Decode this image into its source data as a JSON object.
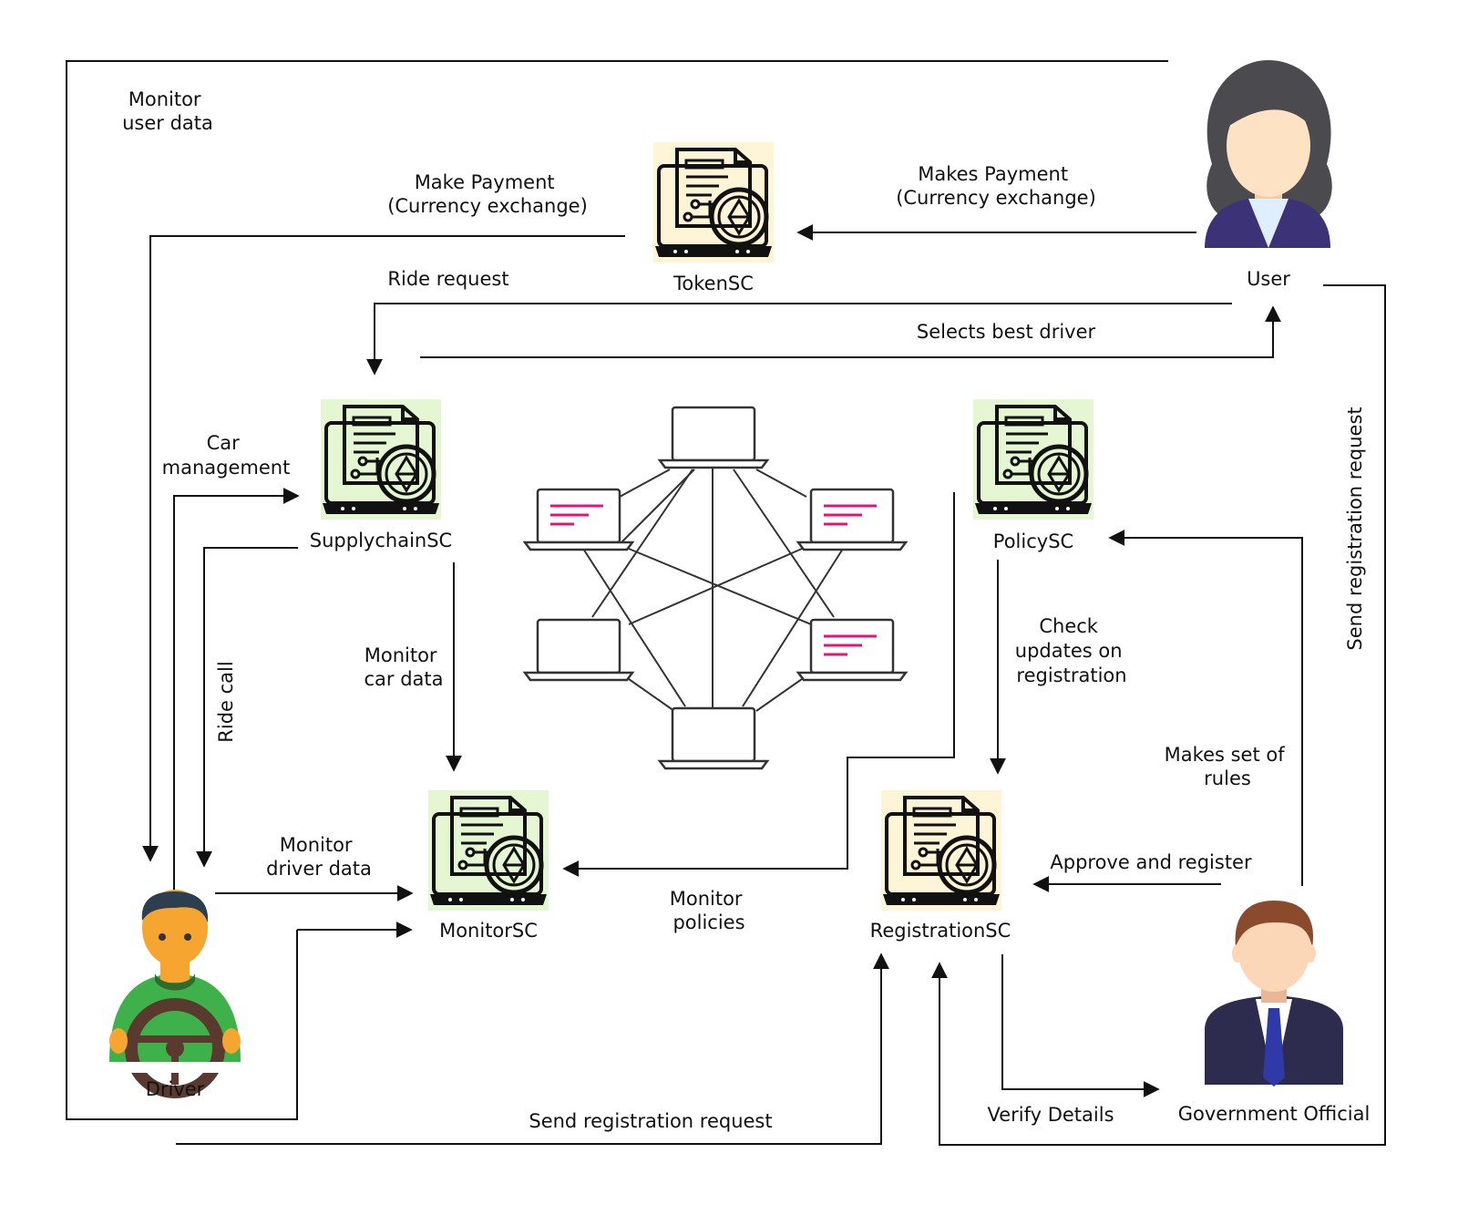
{
  "colors": {
    "line": "#111111",
    "contract_bg_yellow": "#fdf5d6",
    "contract_bg_green": "#e4f7d2",
    "code_lines": "#e0157a",
    "driver_shirt": "#3fb14a",
    "driver_skin": "#f7a531",
    "suit": "#2e2c4e"
  },
  "actors": {
    "user": "User",
    "driver": "Driver",
    "official": "Government Official"
  },
  "contracts": {
    "token": "TokenSC",
    "supplychain": "SupplychainSC",
    "policy": "PolicySC",
    "monitor": "MonitorSC",
    "registration": "RegistrationSC"
  },
  "icons": {
    "contract": "smart-contract-icon",
    "user": "woman-user-icon",
    "driver": "driver-icon",
    "official": "official-icon",
    "network": "laptop-network-icon"
  },
  "edges": {
    "monitor_user_data": [
      "Monitor",
      "user data"
    ],
    "make_payment": [
      "Make Payment",
      "(Currency exchange)"
    ],
    "makes_payment": [
      "Makes Payment",
      "(Currency exchange)"
    ],
    "ride_request": "Ride request",
    "selects_best_driver": "Selects best driver",
    "car_management": [
      "Car",
      "management"
    ],
    "ride_call": "Ride call",
    "monitor_car_data": [
      "Monitor",
      "car data"
    ],
    "check_updates": [
      "Check",
      "updates on",
      "registration"
    ],
    "send_registration_right": "Send registration request",
    "makes_set_of_rules": [
      "Makes set of",
      "rules"
    ],
    "approve_and_register": "Approve and register",
    "monitor_driver_data": [
      "Monitor",
      "driver data"
    ],
    "monitor_policies": [
      "Monitor",
      "policies"
    ],
    "verify_details": "Verify Details",
    "send_registration_bottom": "Send registration request"
  }
}
